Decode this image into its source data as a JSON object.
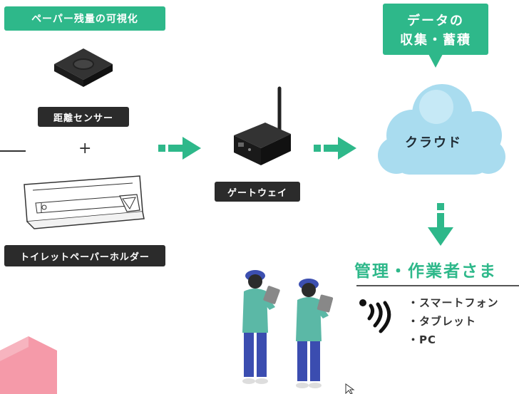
{
  "top_left_tag": "ペーパー残量の可視化",
  "sensor_label": "距離センサー",
  "holder_label": "トイレットペーパーホルダー",
  "gateway_label": "ゲートウェイ",
  "cloud_label": "クラウド",
  "data_callout": {
    "line1": "データの",
    "line2": "収集・蓄積"
  },
  "management_title": "管理・作業者さま",
  "devices": [
    "・スマートフォン",
    "・タブレット",
    "・PC"
  ],
  "plus_symbol": "+",
  "colors": {
    "green": "#2eb88a",
    "dark": "#2b2b2b",
    "cloud": "#a9dcef",
    "pink": "#f08fa0"
  }
}
